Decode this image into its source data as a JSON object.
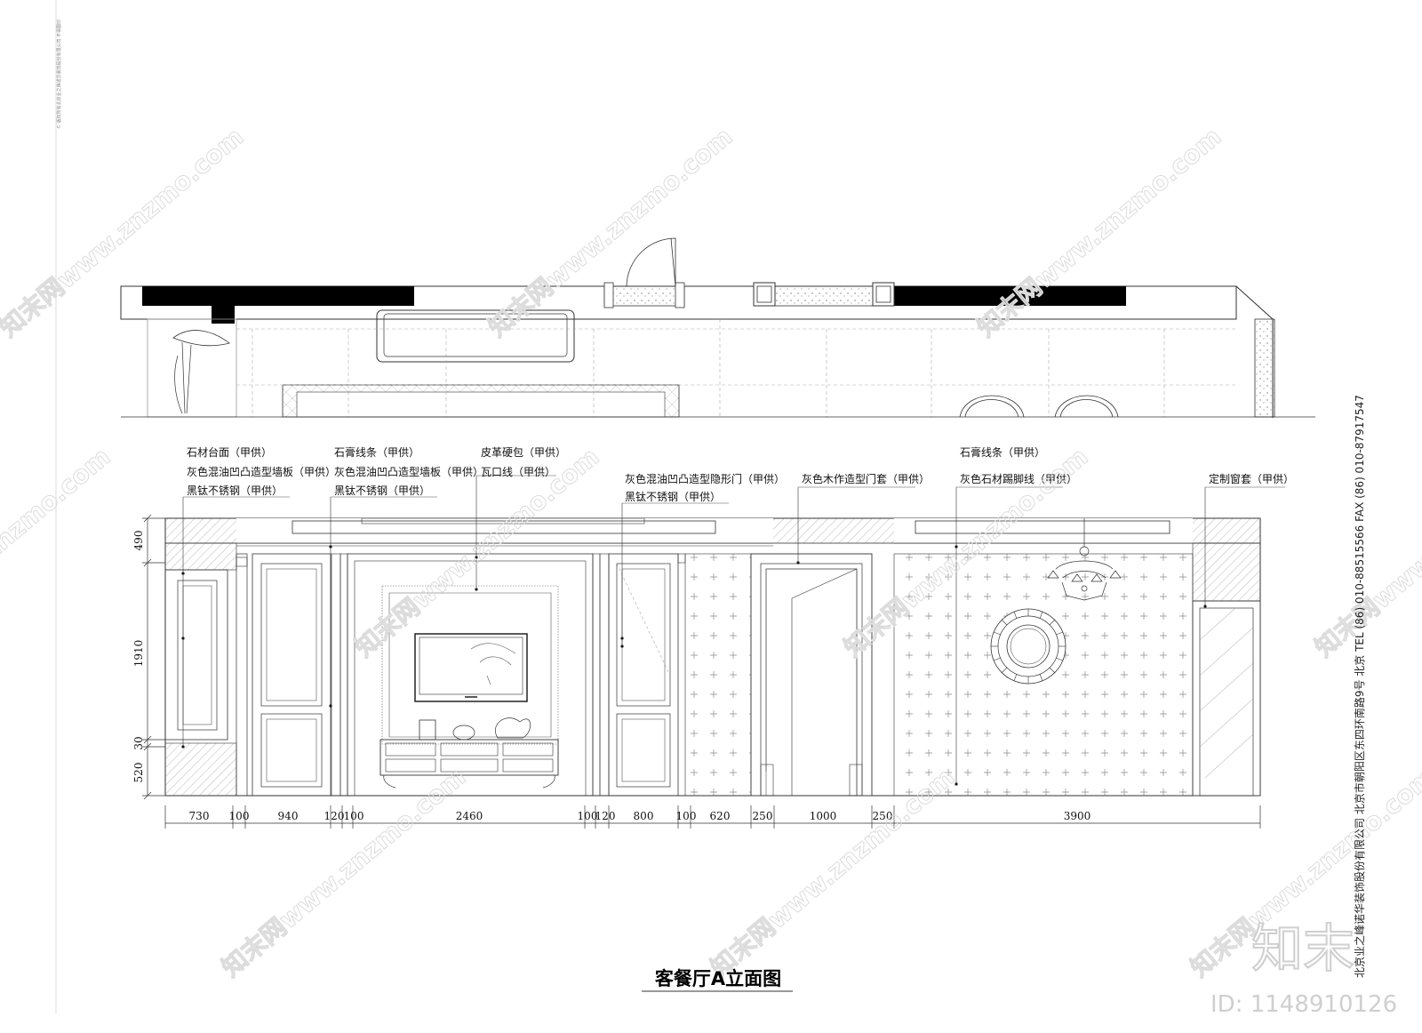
{
  "title": "客餐厅A立面图",
  "left_notes": [
    {
      "lines": [
        "石材台面（甲供）",
        "灰色混油凹凸造型墙板（甲供）",
        "黑钛不锈钢（甲供）"
      ]
    },
    {
      "lines": [
        "石膏线条（甲供）",
        "灰色混油凹凸造型墙板（甲供）",
        "黑钛不锈钢（甲供）"
      ]
    },
    {
      "lines": [
        "皮革硬包（甲供）",
        "瓦口线（甲供）"
      ]
    },
    {
      "lines": [
        "灰色混油凹凸造型隐形门（甲供）",
        "黑钛不锈钢（甲供）"
      ]
    },
    {
      "lines": [
        "灰色木作造型门套（甲供）"
      ]
    },
    {
      "lines": [
        "石膏线条（甲供）",
        "灰色石材踢脚线（甲供）"
      ]
    },
    {
      "lines": [
        "定制窗套（甲供）"
      ]
    }
  ],
  "horizontal_dimensions": [
    "730",
    "100",
    "940",
    "120",
    "100",
    "2460",
    "100",
    "120",
    "800",
    "100",
    "620",
    "250",
    "1000",
    "250",
    "3900"
  ],
  "vertical_dimensions": [
    "490",
    "1910",
    "30",
    "520"
  ],
  "company_info": "北京业之峰诺华装饰股份有限公司   北京市朝阳区东四环南路9号    北京    TEL (86) 010-88515566    FAX (86) 010-87917547",
  "watermark_text": "知末网www.znzmo.com",
  "brand_mark": "知末",
  "id_label": "ID: 1148910126",
  "copyright_note": "©  版权所有北京业之峰诺华装饰股份有限公司  不得翻印"
}
